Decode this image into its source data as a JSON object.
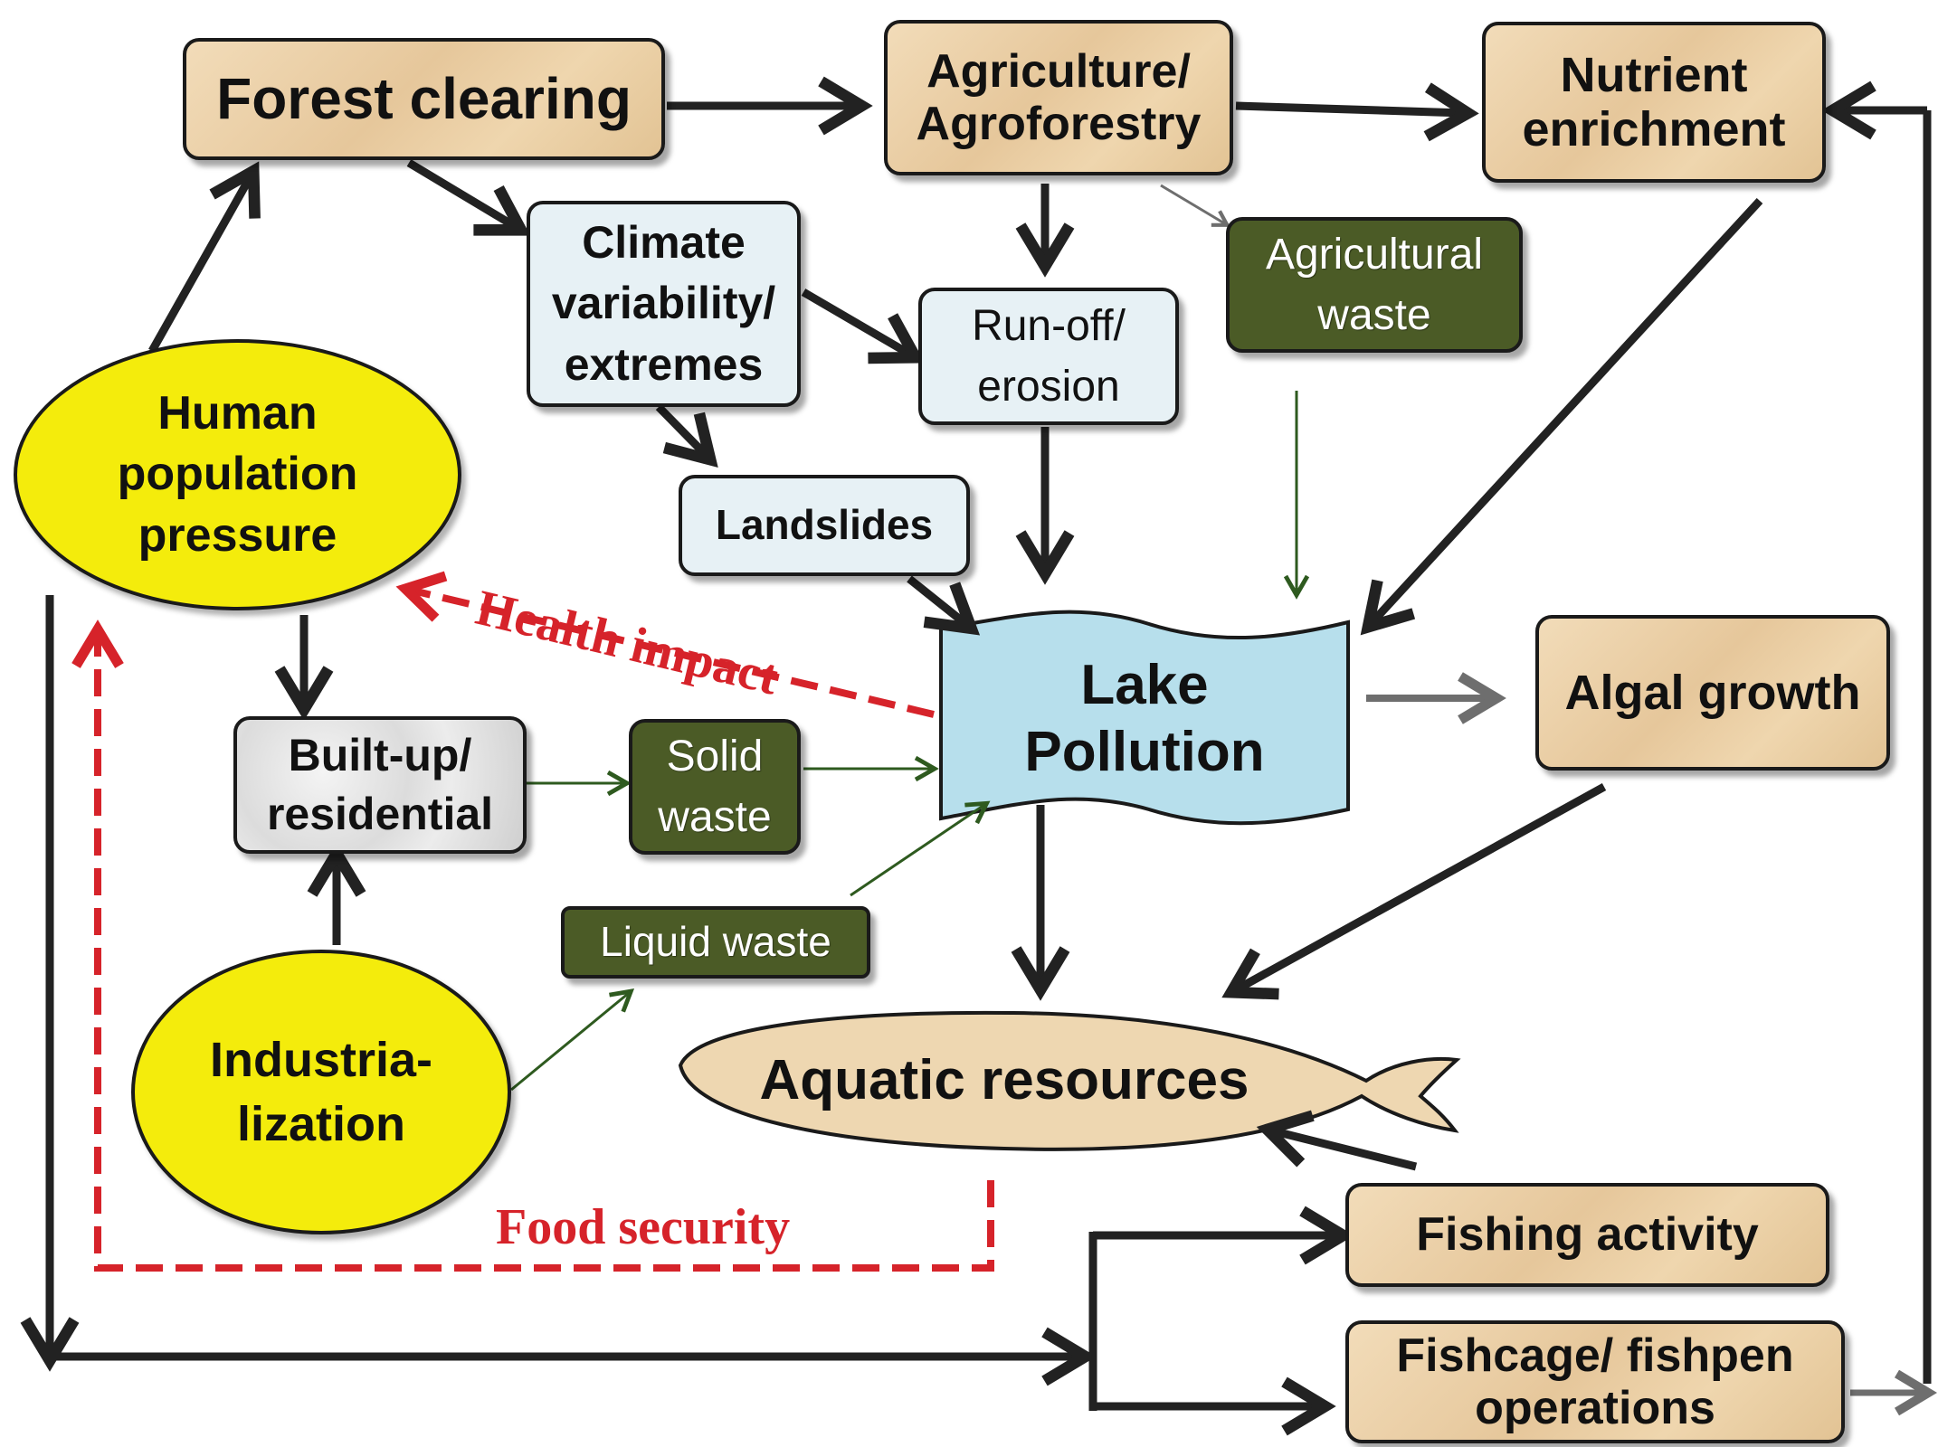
{
  "nodes": {
    "forest_clearing": "Forest clearing",
    "agriculture": "Agriculture/\nAgroforestry",
    "nutrient_enrichment": "Nutrient\nenrichment",
    "climate_variability": "Climate\nvariability/\nextremes",
    "runoff_erosion": "Run-off/\nerosion",
    "agricultural_waste": "Agricultural\nwaste",
    "human_population": "Human\npopulation\npressure",
    "landslides": "Landslides",
    "lake_pollution": "Lake\nPollution",
    "algal_growth": "Algal growth",
    "built_up": "Built-up/\nresidential",
    "solid_waste": "Solid\nwaste",
    "liquid_waste": "Liquid waste",
    "industrialization": "Industria-\nlization",
    "aquatic_resources": "Aquatic resources",
    "fishing_activity": "Fishing activity",
    "fishcage": "Fishcage/ fishpen\noperations"
  },
  "labels": {
    "health_impact": "Health impact",
    "food_security": "Food security"
  },
  "colors": {
    "tan_box": "#e8cba0",
    "pale_box": "#e7f1f5",
    "green_box": "#4b5b26",
    "ellipse": "#f4ec0c",
    "lake": "#b7dfec",
    "red_dashed": "#d6232a",
    "dark_arrow": "#222222",
    "green_arrow": "#2e5a1f",
    "gray_arrow": "#6e6e6e"
  }
}
